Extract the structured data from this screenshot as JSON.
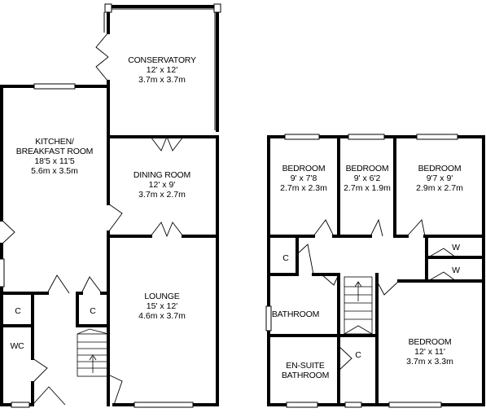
{
  "ground_floor": {
    "rooms": {
      "conservatory": {
        "name": "CONSERVATORY",
        "imperial": "12' x 12'",
        "metric": "3.7m x 3.7m"
      },
      "kitchen": {
        "name_line1": "KITCHEN/",
        "name_line2": "BREAKFAST ROOM",
        "imperial": "18'5 x 11'5",
        "metric": "5.6m x 3.5m"
      },
      "dining": {
        "name": "DINING ROOM",
        "imperial": "12' x 9'",
        "metric": "3.7m x 2.7m"
      },
      "lounge": {
        "name": "LOUNGE",
        "imperial": "15' x 12'",
        "metric": "4.6m x 3.7m"
      },
      "cupboard_left": {
        "name": "C"
      },
      "cupboard_right": {
        "name": "C"
      },
      "wc": {
        "name": "WC"
      }
    }
  },
  "first_floor": {
    "rooms": {
      "bedroom_a": {
        "name": "BEDROOM",
        "imperial": "9' x 7'8",
        "metric": "2.7m x 2.3m"
      },
      "bedroom_b": {
        "name": "BEDROOM",
        "imperial": "9' x 6'2",
        "metric": "2.7m x 1.9m"
      },
      "bedroom_c": {
        "name": "BEDROOM",
        "imperial": "9'7 x 9'",
        "metric": "2.9m x 2.7m"
      },
      "bedroom_main": {
        "name": "BEDROOM",
        "imperial": "12' x 11'",
        "metric": "3.7m x 3.3m"
      },
      "bathroom": {
        "name": "BATHROOM"
      },
      "ensuite": {
        "name_line1": "EN-SUITE",
        "name_line2": "BATHROOM"
      },
      "cupboard_landing": {
        "name": "C"
      },
      "cupboard_stairs": {
        "name": "C"
      },
      "wardrobe_top": {
        "name": "W"
      },
      "wardrobe_bottom": {
        "name": "W"
      }
    }
  }
}
